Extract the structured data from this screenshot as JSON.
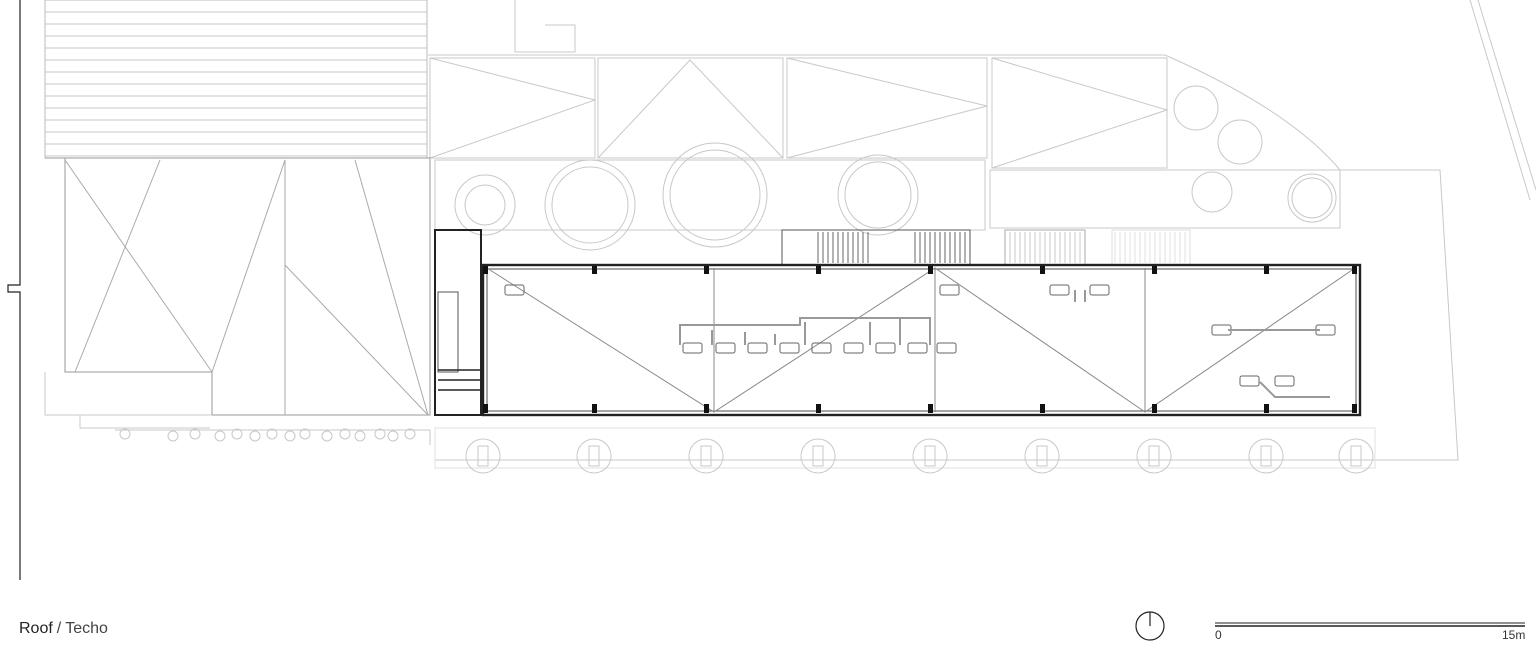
{
  "title": {
    "primary": "Roof",
    "separator": "/",
    "secondary": "Techo"
  },
  "scale": {
    "start_label": "0",
    "end_label": "15m"
  },
  "north_arrow": {
    "icon": "north-arrow-icon"
  }
}
